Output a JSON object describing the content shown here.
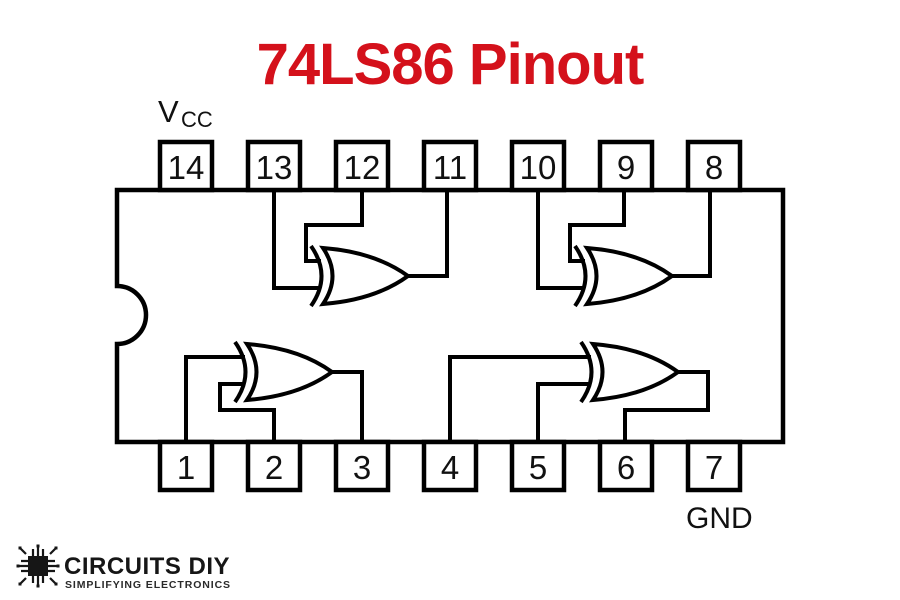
{
  "title": {
    "text": "74LS86 Pinout",
    "color": "#d4111b"
  },
  "power_labels": {
    "vcc_v": "V",
    "vcc_sub": "CC",
    "gnd": "GND"
  },
  "chip": {
    "part_number": "74LS86",
    "package": "DIP-14",
    "gate_type": "XOR",
    "top_pins": [
      "14",
      "13",
      "12",
      "11",
      "10",
      "9",
      "8"
    ],
    "bottom_pins": [
      "1",
      "2",
      "3",
      "4",
      "5",
      "6",
      "7"
    ],
    "gates": [
      {
        "inputs": [
          "1",
          "2"
        ],
        "output": "3"
      },
      {
        "inputs": [
          "4",
          "5"
        ],
        "output": "6"
      },
      {
        "inputs": [
          "9",
          "10"
        ],
        "output": "8"
      },
      {
        "inputs": [
          "12",
          "13"
        ],
        "output": "11"
      }
    ]
  },
  "logo": {
    "brand": "CIRCUITS DIY",
    "tagline": "SIMPLIFYING ELECTRONICS"
  },
  "colors": {
    "accent": "#d4111b",
    "line": "#000000",
    "background": "#ffffff"
  }
}
